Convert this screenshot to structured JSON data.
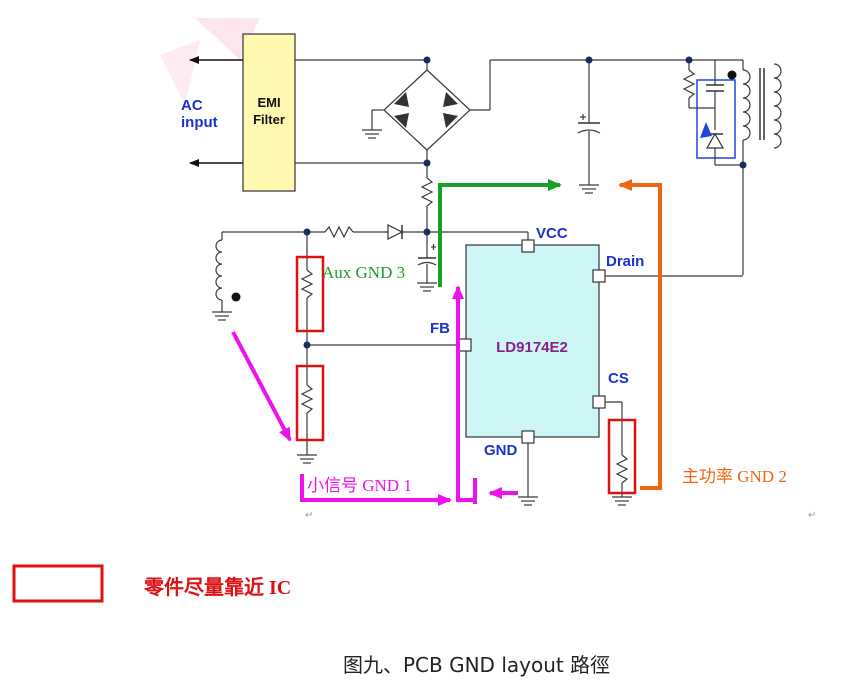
{
  "labels": {
    "ac_input": [
      "AC",
      "input"
    ],
    "emi_filter": [
      "EMI",
      "Filter"
    ],
    "ic_name": "LD9174E2",
    "pin_vcc": "VCC",
    "pin_drain": "Drain",
    "pin_fb": "FB",
    "pin_cs": "CS",
    "pin_gnd": "GND",
    "aux_gnd": "Aux GND 3",
    "signal_gnd": "小信号 GND 1",
    "power_gnd": "主功率 GND 2"
  },
  "legend": {
    "text": "零件尽量靠近 IC"
  },
  "caption": "图九、PCB GND layout 路徑",
  "colors": {
    "aux_path": "#17a02a",
    "signal_path": "#ee11ee",
    "power_path": "#ee6611",
    "highlight_box": "#dd1111",
    "ic_fill": "#ccf5f5",
    "emi_fill": "#fff8b0",
    "label_blue": "#1a33cc"
  }
}
